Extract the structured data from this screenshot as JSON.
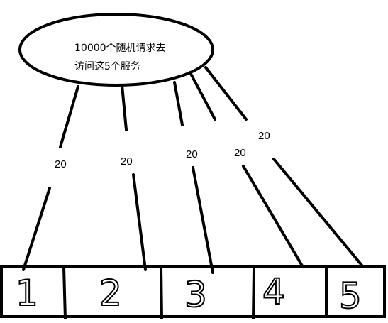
{
  "source": {
    "line1": "10000个随机请求去",
    "line2": "访问这5个服务"
  },
  "edges": [
    {
      "label": "20"
    },
    {
      "label": "20"
    },
    {
      "label": "20"
    },
    {
      "label": "20"
    },
    {
      "label": "20"
    }
  ],
  "services": [
    {
      "label": "1"
    },
    {
      "label": "2"
    },
    {
      "label": "3"
    },
    {
      "label": "4"
    },
    {
      "label": "5"
    }
  ]
}
